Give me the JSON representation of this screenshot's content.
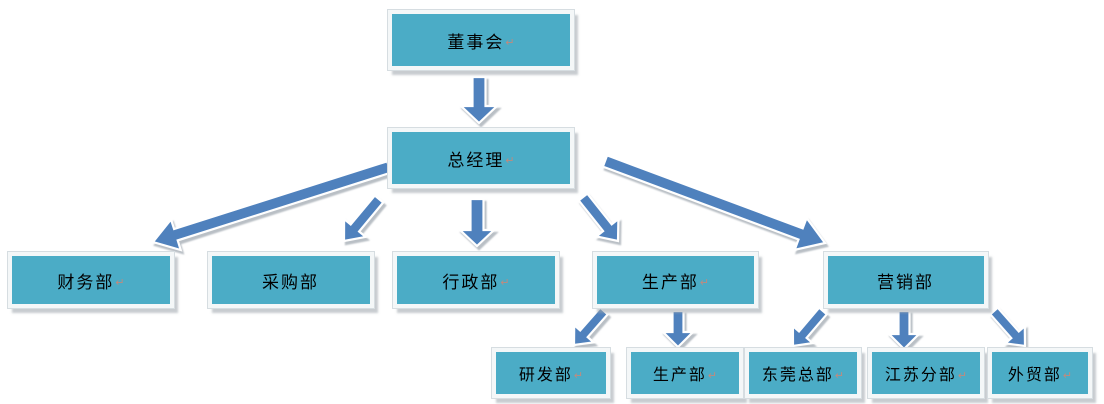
{
  "diagram": {
    "type": "org-chart",
    "colors": {
      "box_fill": "#4BACC6",
      "box_border": "#f4f7f8",
      "box_shadow": "#9aa2a9",
      "arrow_fill": "#4F81BD",
      "arrow_outline": "#ffffff",
      "text": "#000000",
      "return_mark_color": "#c08b7e"
    },
    "nodes": {
      "board": {
        "label": "董事会",
        "mark": "↵"
      },
      "gm": {
        "label": "总经理",
        "mark": "↵"
      },
      "finance": {
        "label": "财务部",
        "mark": "↵"
      },
      "purchasing": {
        "label": "采购部",
        "mark": ""
      },
      "admin": {
        "label": "行政部",
        "mark": "↵"
      },
      "production": {
        "label": "生产部",
        "mark": "↵"
      },
      "marketing": {
        "label": "营销部",
        "mark": ""
      },
      "rnd": {
        "label": "研发部",
        "mark": "↵"
      },
      "production2": {
        "label": "生产部",
        "mark": "↵"
      },
      "dongguan": {
        "label": "东莞总部",
        "mark": "↵"
      },
      "jiangsu": {
        "label": "江苏分部",
        "mark": "↵"
      },
      "trade": {
        "label": "外贸部",
        "mark": "↵"
      }
    },
    "edges": [
      {
        "from": "board",
        "to": "gm"
      },
      {
        "from": "gm",
        "to": "finance"
      },
      {
        "from": "gm",
        "to": "purchasing"
      },
      {
        "from": "gm",
        "to": "admin"
      },
      {
        "from": "gm",
        "to": "production"
      },
      {
        "from": "gm",
        "to": "marketing"
      },
      {
        "from": "production",
        "to": "rnd"
      },
      {
        "from": "production",
        "to": "production2"
      },
      {
        "from": "marketing",
        "to": "dongguan"
      },
      {
        "from": "marketing",
        "to": "jiangsu"
      },
      {
        "from": "marketing",
        "to": "trade"
      }
    ]
  }
}
